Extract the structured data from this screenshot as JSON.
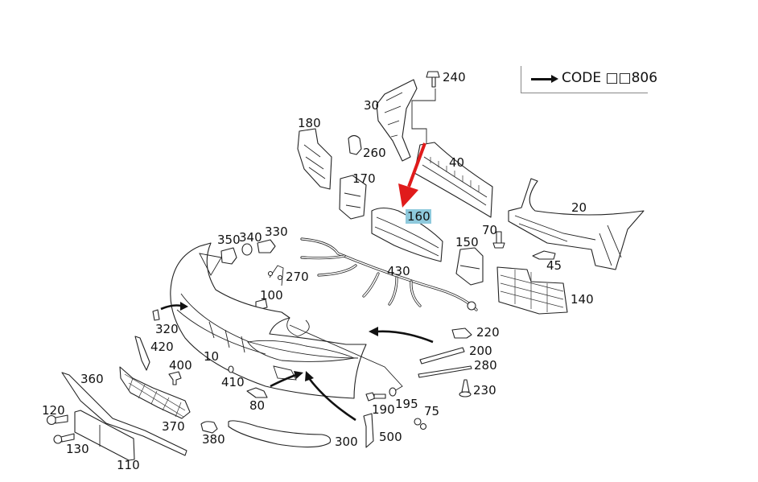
{
  "legend": {
    "arrow_icon": "right-arrow-icon",
    "code_text": "CODE □□806"
  },
  "highlight": {
    "part_number": "160",
    "highlight_color": "#8ec9dc",
    "pointer_color": "#e01b1b"
  },
  "labels": {
    "p10": "10",
    "p20": "20",
    "p30": "30",
    "p40": "40",
    "p45": "45",
    "p70": "70",
    "p75": "75",
    "p80": "80",
    "p100": "100",
    "p110": "110",
    "p120": "120",
    "p130": "130",
    "p140": "140",
    "p150": "150",
    "p170": "170",
    "p180": "180",
    "p190": "190",
    "p195": "195",
    "p200": "200",
    "p220": "220",
    "p230": "230",
    "p240": "240",
    "p260": "260",
    "p270": "270",
    "p280": "280",
    "p300": "300",
    "p320": "320",
    "p330": "330",
    "p340": "340",
    "p350": "350",
    "p360": "360",
    "p370": "370",
    "p380": "380",
    "p400": "400",
    "p410": "410",
    "p420": "420",
    "p430": "430",
    "p500": "500"
  }
}
